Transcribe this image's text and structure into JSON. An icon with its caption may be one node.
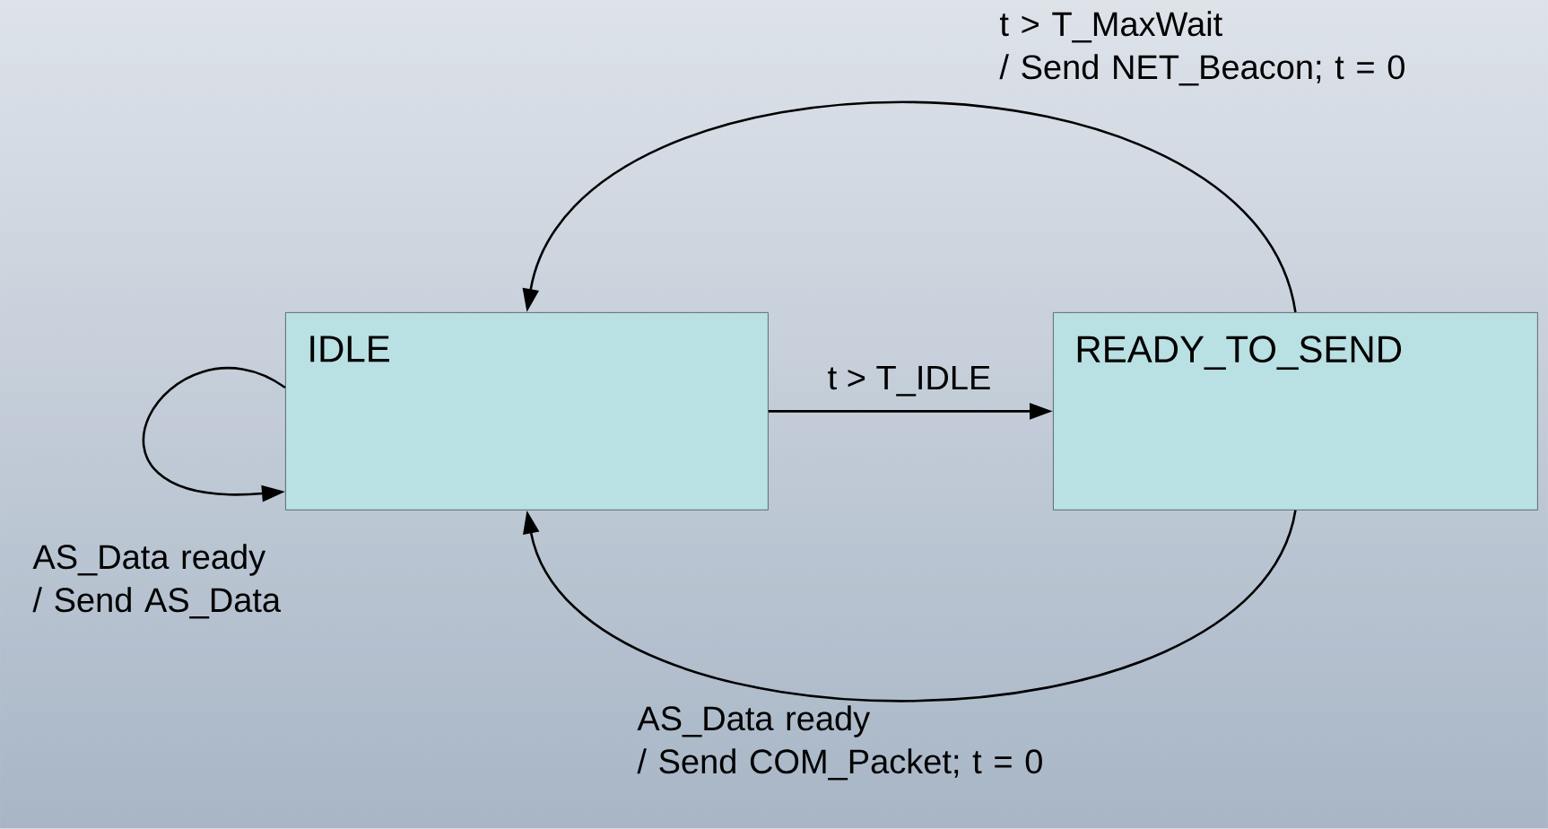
{
  "diagram": {
    "nodes": [
      {
        "text": [
          "IDLE"
        ]
      },
      {
        "text": [
          "READY_TO_SEND"
        ]
      }
    ],
    "edges": [
      {
        "from": 0,
        "to": 1,
        "arrow": "to",
        "label": "t > T_IDLE"
      },
      {
        "from": 1,
        "to": 0,
        "arrow": "to",
        "label": "t > T_MaxWait / Send NET_Beacon; t = 0"
      },
      {
        "from": 1,
        "to": 0,
        "arrow": "to",
        "label": "AS_Data ready / Send COM_Packet; t = 0"
      },
      {
        "from": 0,
        "to": 0,
        "arrow": "to",
        "label": "AS_Data ready / Send AS_Data"
      }
    ]
  }
}
